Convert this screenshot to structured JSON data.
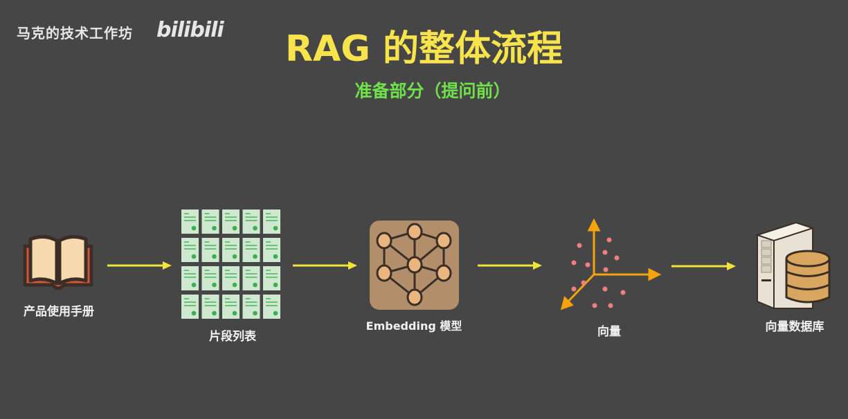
{
  "watermark": {
    "channel": "马克的技术工作坊",
    "logo": "bilibili"
  },
  "header": {
    "title": "RAG 的整体流程",
    "subtitle": "准备部分（提问前）"
  },
  "steps": [
    {
      "label": "产品使用手册",
      "icon": "book-icon"
    },
    {
      "label": "片段列表",
      "icon": "document-grid-icon"
    },
    {
      "label": "Embedding 模型",
      "icon": "neural-network-icon"
    },
    {
      "label": "向量",
      "icon": "vector-axes-icon"
    },
    {
      "label": "向量数据库",
      "icon": "database-server-icon"
    }
  ],
  "colors": {
    "background": "#464646",
    "title": "#f7e34b",
    "subtitle": "#6fe24b",
    "arrow": "#f2e33a",
    "axis": "#f5a30a",
    "point": "#f08080",
    "fragment": "#cfe8d0"
  }
}
